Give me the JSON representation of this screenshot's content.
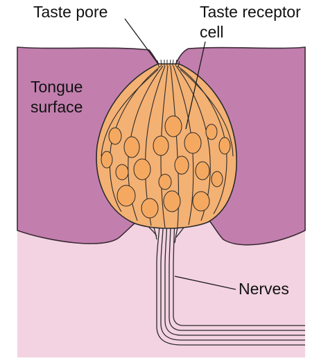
{
  "labels": {
    "taste_pore": "Taste pore",
    "taste_receptor_cell_line1": "Taste receptor",
    "taste_receptor_cell_line2": "cell",
    "tongue_surface_line1": "Tongue",
    "tongue_surface_line2": "surface",
    "nerves": "Nerves"
  },
  "colors": {
    "background": "#ffffff",
    "lower_tissue": "#f3d3e1",
    "epithelium": "#c27fae",
    "taste_bud": "#f3b174",
    "cell_nucleus": "#f5a960",
    "outline": "#2a2a2a"
  }
}
